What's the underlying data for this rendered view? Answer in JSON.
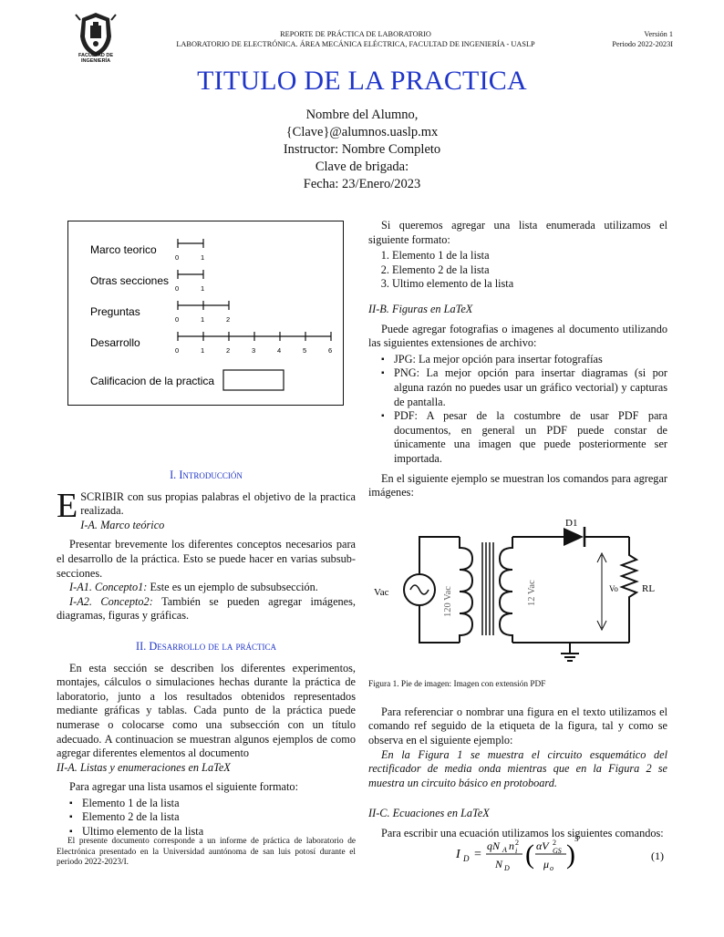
{
  "header": {
    "logo_text": "FACULTAD DE INGENIERÍA",
    "line1": "REPORTE DE PRÁCTICA DE LABORATORIO",
    "line2": "LABORATORIO DE ELECTRÓNICA. ÁREA MECÁNICA ELÉCTRICA, FACULTAD DE INGENIERÍA - UASLP",
    "version": "Versión 1",
    "period": "Periodo 2022-2023I"
  },
  "title": "TITULO DE LA PRACTICA",
  "authors": [
    "Nombre del Alumno,",
    "{Clave}@alumnos.uaslp.mx",
    "Instructor: Nombre Completo",
    "Clave de brigada:",
    "Fecha: 23/Enero/2023"
  ],
  "grade_box": {
    "rows": [
      {
        "label": "Marco teorico",
        "ticks": [
          "0",
          "1"
        ]
      },
      {
        "label": "Otras secciones",
        "ticks": [
          "0",
          "1"
        ]
      },
      {
        "label": "Preguntas",
        "ticks": [
          "0",
          "1",
          "2"
        ]
      },
      {
        "label": "Desarrollo",
        "ticks": [
          "0",
          "1",
          "2",
          "3",
          "4",
          "5",
          "6"
        ]
      }
    ],
    "final_label": "Calificacion de la practica"
  },
  "intro": {
    "heading": "I. Introducción",
    "dropcap": "E",
    "first_para": "SCRIBIR con sus propias palabras el objetivo de la practica realizada.",
    "sub_a": "I-A. Marco teórico",
    "para2": "Presentar brevemente los diferentes conceptos necesarios para el desarrollo de la práctica. Esto se puede hacer en varias subsub-secciones.",
    "sub_a1_label": "I-A1. Concepto1:",
    "sub_a1_text": " Este es un ejemplo de subsubsección.",
    "sub_a2_label": "I-A2. Concepto2:",
    "sub_a2_text": " También se pueden agregar imágenes, diagramas, figuras y gráficas."
  },
  "dev": {
    "heading": "II. Desarrollo de la práctica",
    "para1": "En esta sección se describen los diferentes experimentos, montajes, cálculos o simulaciones hechas durante la práctica de laboratorio, junto a los resultados obtenidos representados mediante gráficas y tablas. Cada punto de la práctica puede numerase o colocarse como una subsección con un título adecuado. A continuacion se muestran algunos ejemplos de como agregar diferentes elementos al documento",
    "sub_a": "II-A. Listas y enumeraciones en LaTeX",
    "list_intro": "Para agregar una lista usamos el siguiente formato:",
    "bullets": [
      "Elemento 1 de la lista",
      "Elemento 2 de la lista",
      "Ultimo elemento de la lista"
    ]
  },
  "footnote": "El presente documento corresponde a un informe de práctica de laboratorio de Electrónica presentado en la Universidad auntónoma de san luis potosí durante el periodo 2022-2023/I.",
  "right": {
    "enum_intro": "Si queremos agregar una lista enumerada utilizamos el siguiente formato:",
    "enum": [
      "Elemento 1 de la lista",
      "Elemento 2 de la lista",
      "Ultimo elemento de la lista"
    ],
    "sub_b": "II-B. Figuras en LaTeX",
    "fig_intro": "Puede agregar fotografias o imagenes al documento utilizando las siguientes extensiones de archivo:",
    "formats": [
      "JPG: La mejor opción para insertar fotografías",
      "PNG: La mejor opción para insertar diagramas (si por alguna razón no puedes usar un gráfico vectorial) y capturas de pantalla.",
      "PDF: A pesar de la costumbre de usar PDF para documentos, en general un PDF puede constar de únicamente una imagen que puede posteriormente ser importada."
    ],
    "fig_example": "En el siguiente ejemplo se muestran los comandos para agregar imágenes:",
    "circuit": {
      "d1": "D1",
      "vac": "Vac",
      "v120": "120 Vac",
      "v12": "12 Vac",
      "vo": "Vo",
      "rl": "RL"
    },
    "caption": "Figura 1. Pie de imagen: Imagen con extensión PDF",
    "ref_para": "Para referenciar o nombrar una figura en el texto utilizamos el comando ref seguido de la etiqueta de la figura, tal y como se observa en el siguiente ejemplo:",
    "ref_example": "En la Figura 1 se muestra el circuito esquemático del rectificador de media onda mientras que en la Figura 2 se muestra un circuito básico en protoboard.",
    "sub_c": "II-C. Ecuaciones en LaTeX",
    "eq_intro": "Para escribir una ecuación utilizamos los siguientes comandos:",
    "eq_number": "(1)"
  }
}
